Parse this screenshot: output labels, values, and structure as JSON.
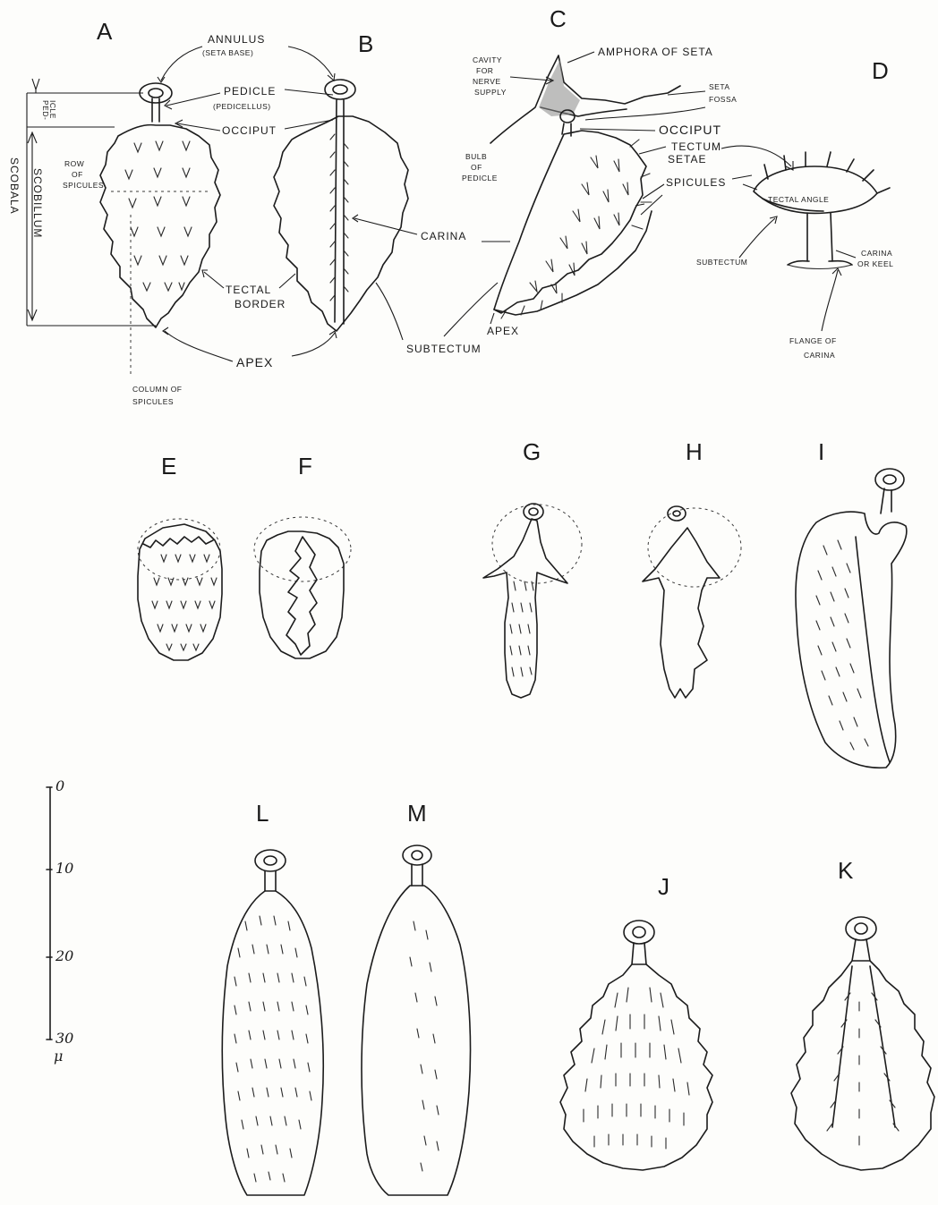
{
  "panels": {
    "A": "A",
    "B": "B",
    "C": "C",
    "D": "D",
    "E": "E",
    "F": "F",
    "G": "G",
    "H": "H",
    "I": "I",
    "J": "J",
    "K": "K",
    "L": "L",
    "M": "M"
  },
  "labels": {
    "annulus": "ANNULUS",
    "seta_base": "(SETA BASE)",
    "pedicle": "PEDICLE",
    "pedicellus": "(PEDICELLUS)",
    "occiput": "OCCIPUT",
    "ped": "PED-",
    "icle": "ICLE",
    "scobillum": "SCOBILLUM",
    "scobala": "SCOBALA",
    "row_of": "ROW",
    "row_of2": "OF",
    "row_of3": "SPICULES",
    "tectal": "TECTAL",
    "border": "BORDER",
    "apex_a": "APEX",
    "column_of": "COLUMN OF",
    "spicules_col": "SPICULES",
    "carina_b": "CARINA",
    "subtectum_c": "SUBTECTUM",
    "apex_c": "APEX",
    "cavity1": "CAVITY",
    "cavity2": "FOR",
    "cavity3": "NERVE",
    "cavity4": "SUPPLY",
    "amphora": "AMPHORA OF SETA",
    "seta_fossa1": "SETA",
    "seta_fossa2": "FOSSA",
    "occiput_c": "OCCIPUT",
    "tectum": "TECTUM",
    "setae": "SETAE",
    "bulb1": "BULB",
    "bulb2": "OF",
    "bulb3": "PEDICLE",
    "spicules_c": "SPICULES",
    "tectal_angle": "TECTAL ANGLE",
    "subtectum_d": "SUBTECTUM",
    "carina_d1": "CARINA",
    "carina_d2": "OR KEEL",
    "flange1": "FLANGE OF",
    "flange2": "CARINA"
  },
  "scale": {
    "ticks": [
      "0",
      "10",
      "20",
      "30"
    ],
    "unit": "μ"
  }
}
